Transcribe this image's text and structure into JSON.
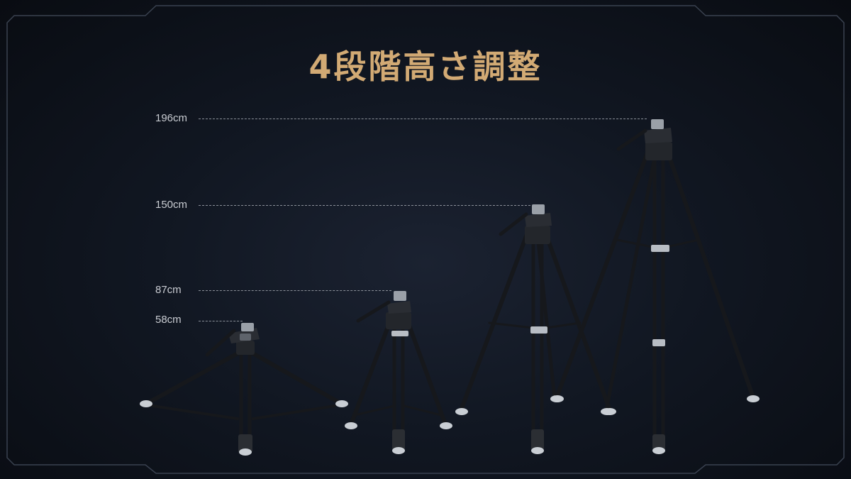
{
  "title": "4段階高さ調整",
  "heights": [
    {
      "label": "196cm"
    },
    {
      "label": "150cm"
    },
    {
      "label": "87cm"
    },
    {
      "label": "58cm"
    }
  ],
  "colors": {
    "title": "#d2aa74",
    "background": "#0b0f17",
    "frame": "#3a4250",
    "guide": "#8a8f98"
  }
}
